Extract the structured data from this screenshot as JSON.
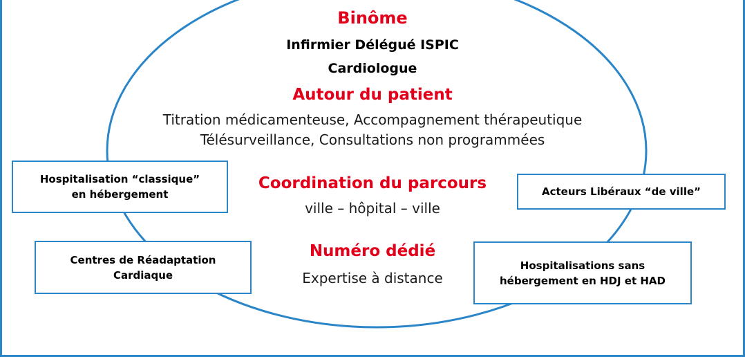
{
  "center": {
    "binome_title": "Binôme",
    "binome_line1": "Infirmier Délégué ISPIC",
    "binome_line2": "Cardiologue",
    "patient_title": "Autour du patient",
    "patient_line1": "Titration médicamenteuse, Accompagnement thérapeutique",
    "patient_line2": "Télésurveillance, Consultations non programmées",
    "coord_title": "Coordination du parcours",
    "coord_line1": "ville – hôpital – ville",
    "numero_title": "Numéro dédié",
    "numero_line1": "Expertise à distance"
  },
  "boxes": {
    "hosp_classique": {
      "line1": "Hospitalisation “classique”",
      "line2": "en hébergement"
    },
    "acteurs": {
      "line1": "Acteurs Libéraux “de ville”"
    },
    "centres": {
      "line1": "Centres de Réadaptation",
      "line2": "Cardiaque"
    },
    "hosp_sans": {
      "line1": "Hospitalisations sans",
      "line2": "hébergement en HDJ et HAD"
    }
  },
  "colors": {
    "accent": "#2a86c8",
    "title_red": "#e2001a"
  }
}
